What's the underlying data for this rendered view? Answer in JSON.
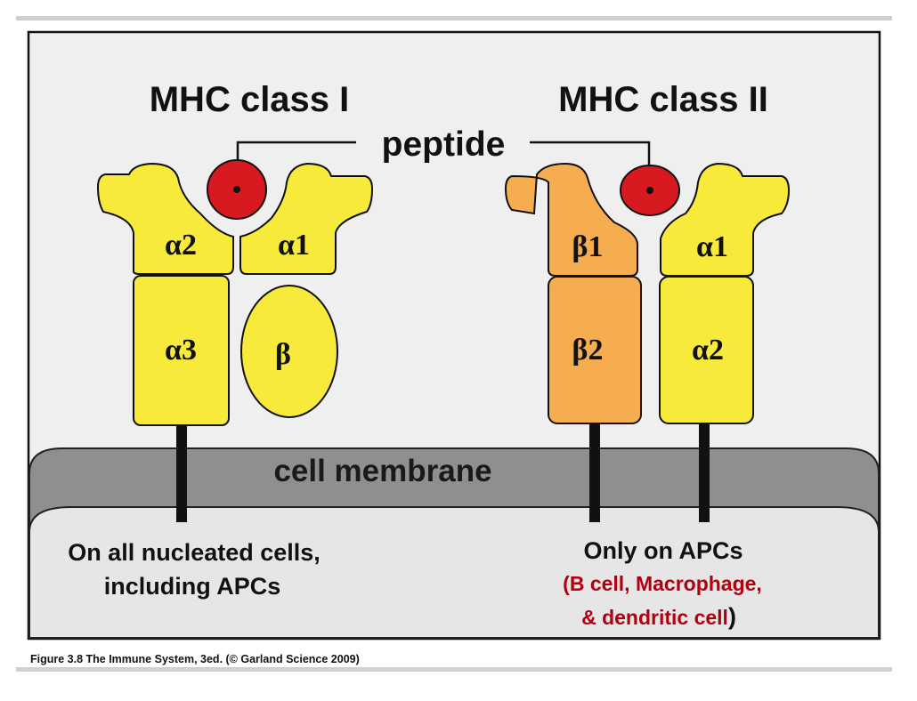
{
  "title_class1": "MHC class I",
  "title_class2": "MHC class II",
  "peptide_label": "peptide",
  "membrane_label": "cell membrane",
  "class1": {
    "domain_a2": "α2",
    "domain_a1": "α1",
    "domain_a3": "α3",
    "domain_b": "β",
    "caption_line1": "On all nucleated cells,",
    "caption_line2": "including APCs"
  },
  "class2": {
    "domain_b1": "β1",
    "domain_a1": "α1",
    "domain_b2": "β2",
    "domain_a2": "α2",
    "caption_line1": "Only on APCs",
    "caption_line2": "(B cell, Macrophage,",
    "caption_line3": "& dendritic cell",
    "caption_close": ")"
  },
  "figure_caption": "Figure 3.8 The Immune System, 3ed. (© Garland Science 2009)",
  "colors": {
    "yellow": "#f7ea3a",
    "orange": "#f5ad4f",
    "peptide_red": "#d71920",
    "membrane_dark": "#8f8f8f",
    "membrane_light": "#e6e6e6",
    "panel_bg": "#eeeeee",
    "caption_red": "#b00010"
  }
}
